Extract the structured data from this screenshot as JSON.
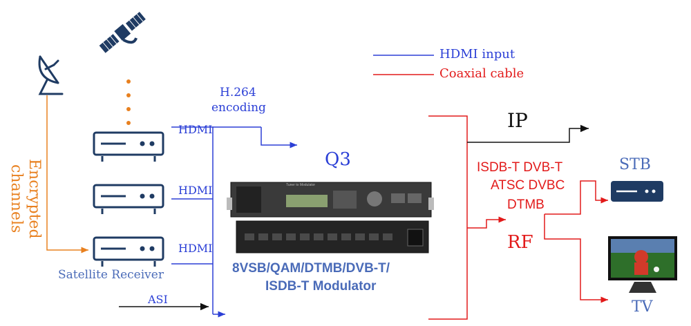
{
  "colors": {
    "hdmi": "#2b3fd6",
    "coax": "#e21a1a",
    "encrypted": "#e8801f",
    "device": "#1f3b63",
    "modulator_text": "#4a6bb8",
    "black": "#111111"
  },
  "legend": {
    "hdmi_input": "HDMI input",
    "coaxial_cable": "Coaxial cable"
  },
  "inputs": {
    "encrypted_channels_line1": "Encrypted",
    "encrypted_channels_line2": "channels",
    "satellite_receiver": "Satellite Receiver",
    "hdmi_1": "HDMI",
    "hdmi_2": "HDMI",
    "hdmi_3": "HDMI",
    "asi": "ASI"
  },
  "encoding": {
    "line1": "H.264",
    "line2": "encoding"
  },
  "device": {
    "name": "Q3",
    "caption_line1": "8VSB/QAM/DTMB/DVB-T/",
    "caption_line2": "ISDB-T Modulator",
    "front_panel_label": "Tuner to Modulator"
  },
  "outputs": {
    "ip": "IP",
    "rf": "RF",
    "standards_line1": "ISDB-T DVB-T",
    "standards_line2": "ATSC DVBC",
    "standards_line3": "DTMB",
    "stb": "STB",
    "tv": "TV"
  },
  "icons": [
    "satellite-icon",
    "satellite-dish-icon",
    "receiver-box-icon",
    "stb-icon",
    "tv-icon",
    "rack-modulator-icon"
  ]
}
